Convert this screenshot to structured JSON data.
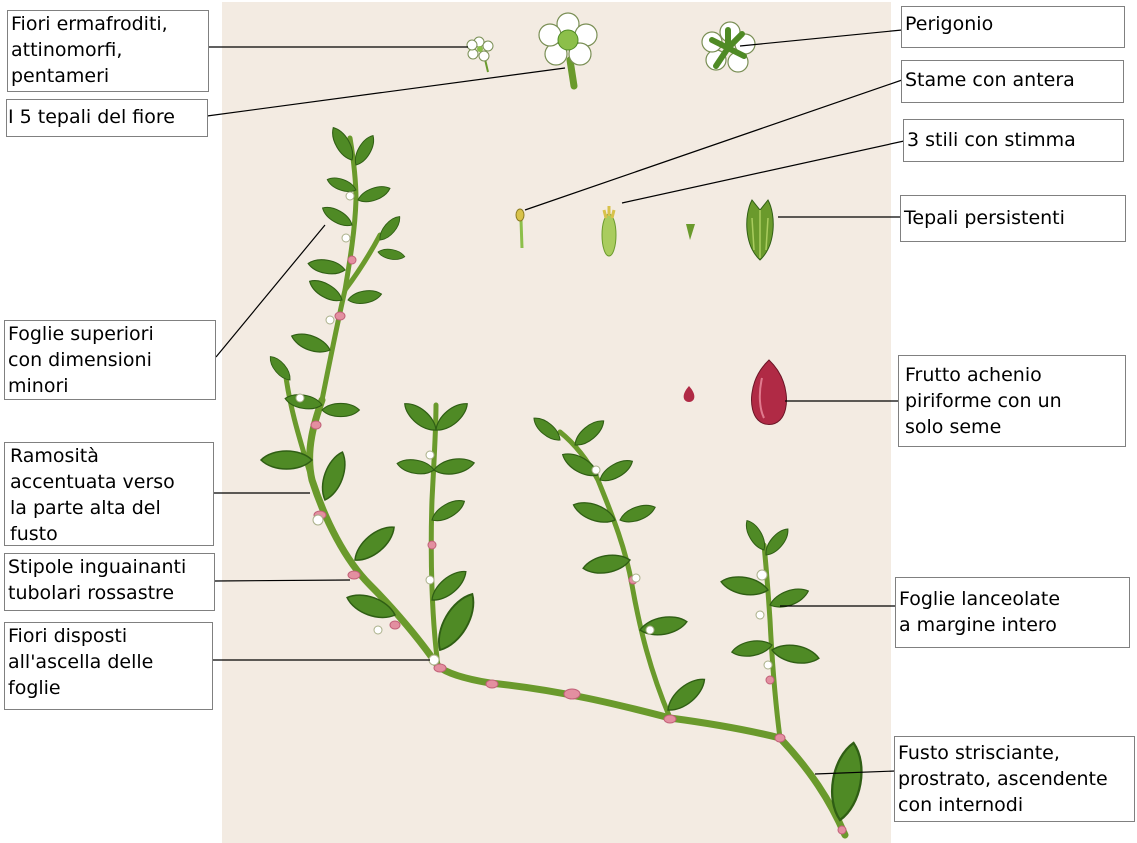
{
  "labels": {
    "flowers_hermaphrodite": "Fiori ermafroditi,\nattinomorfi,\npentameri",
    "five_tepals": "I 5 tepali del fiore",
    "upper_leaves": "Foglie superiori\ncon dimensioni\nminori",
    "branching": "Ramosità\naccentuata verso\nla parte alta del\nfusto",
    "stipules": "Stipole inguainanti\ntubolari rossastre",
    "axillary_flowers": "Fiori disposti\nall'ascella delle\nfoglie",
    "perigone": "Perigonio",
    "stamen": "Stame con antera",
    "styles": "3 stili con stimma",
    "persistent_tepals": "Tepali persistenti",
    "fruit": "Frutto achenio\npiriforme con un\nsolo seme",
    "lanceolate_leaves": "Foglie lanceolate\na margine intero",
    "stem": "Fusto strisciante,\nprostrato, ascendente\ncon internodi"
  },
  "colors": {
    "plate_background": "#f3ebe2",
    "stem_green": "#6a9a2c",
    "leaf_green": "#4f8a25",
    "leaf_light": "#8cbf4a",
    "node_pink": "#e38fa0",
    "fruit_red": "#b02a45",
    "box_border": "#808080"
  }
}
